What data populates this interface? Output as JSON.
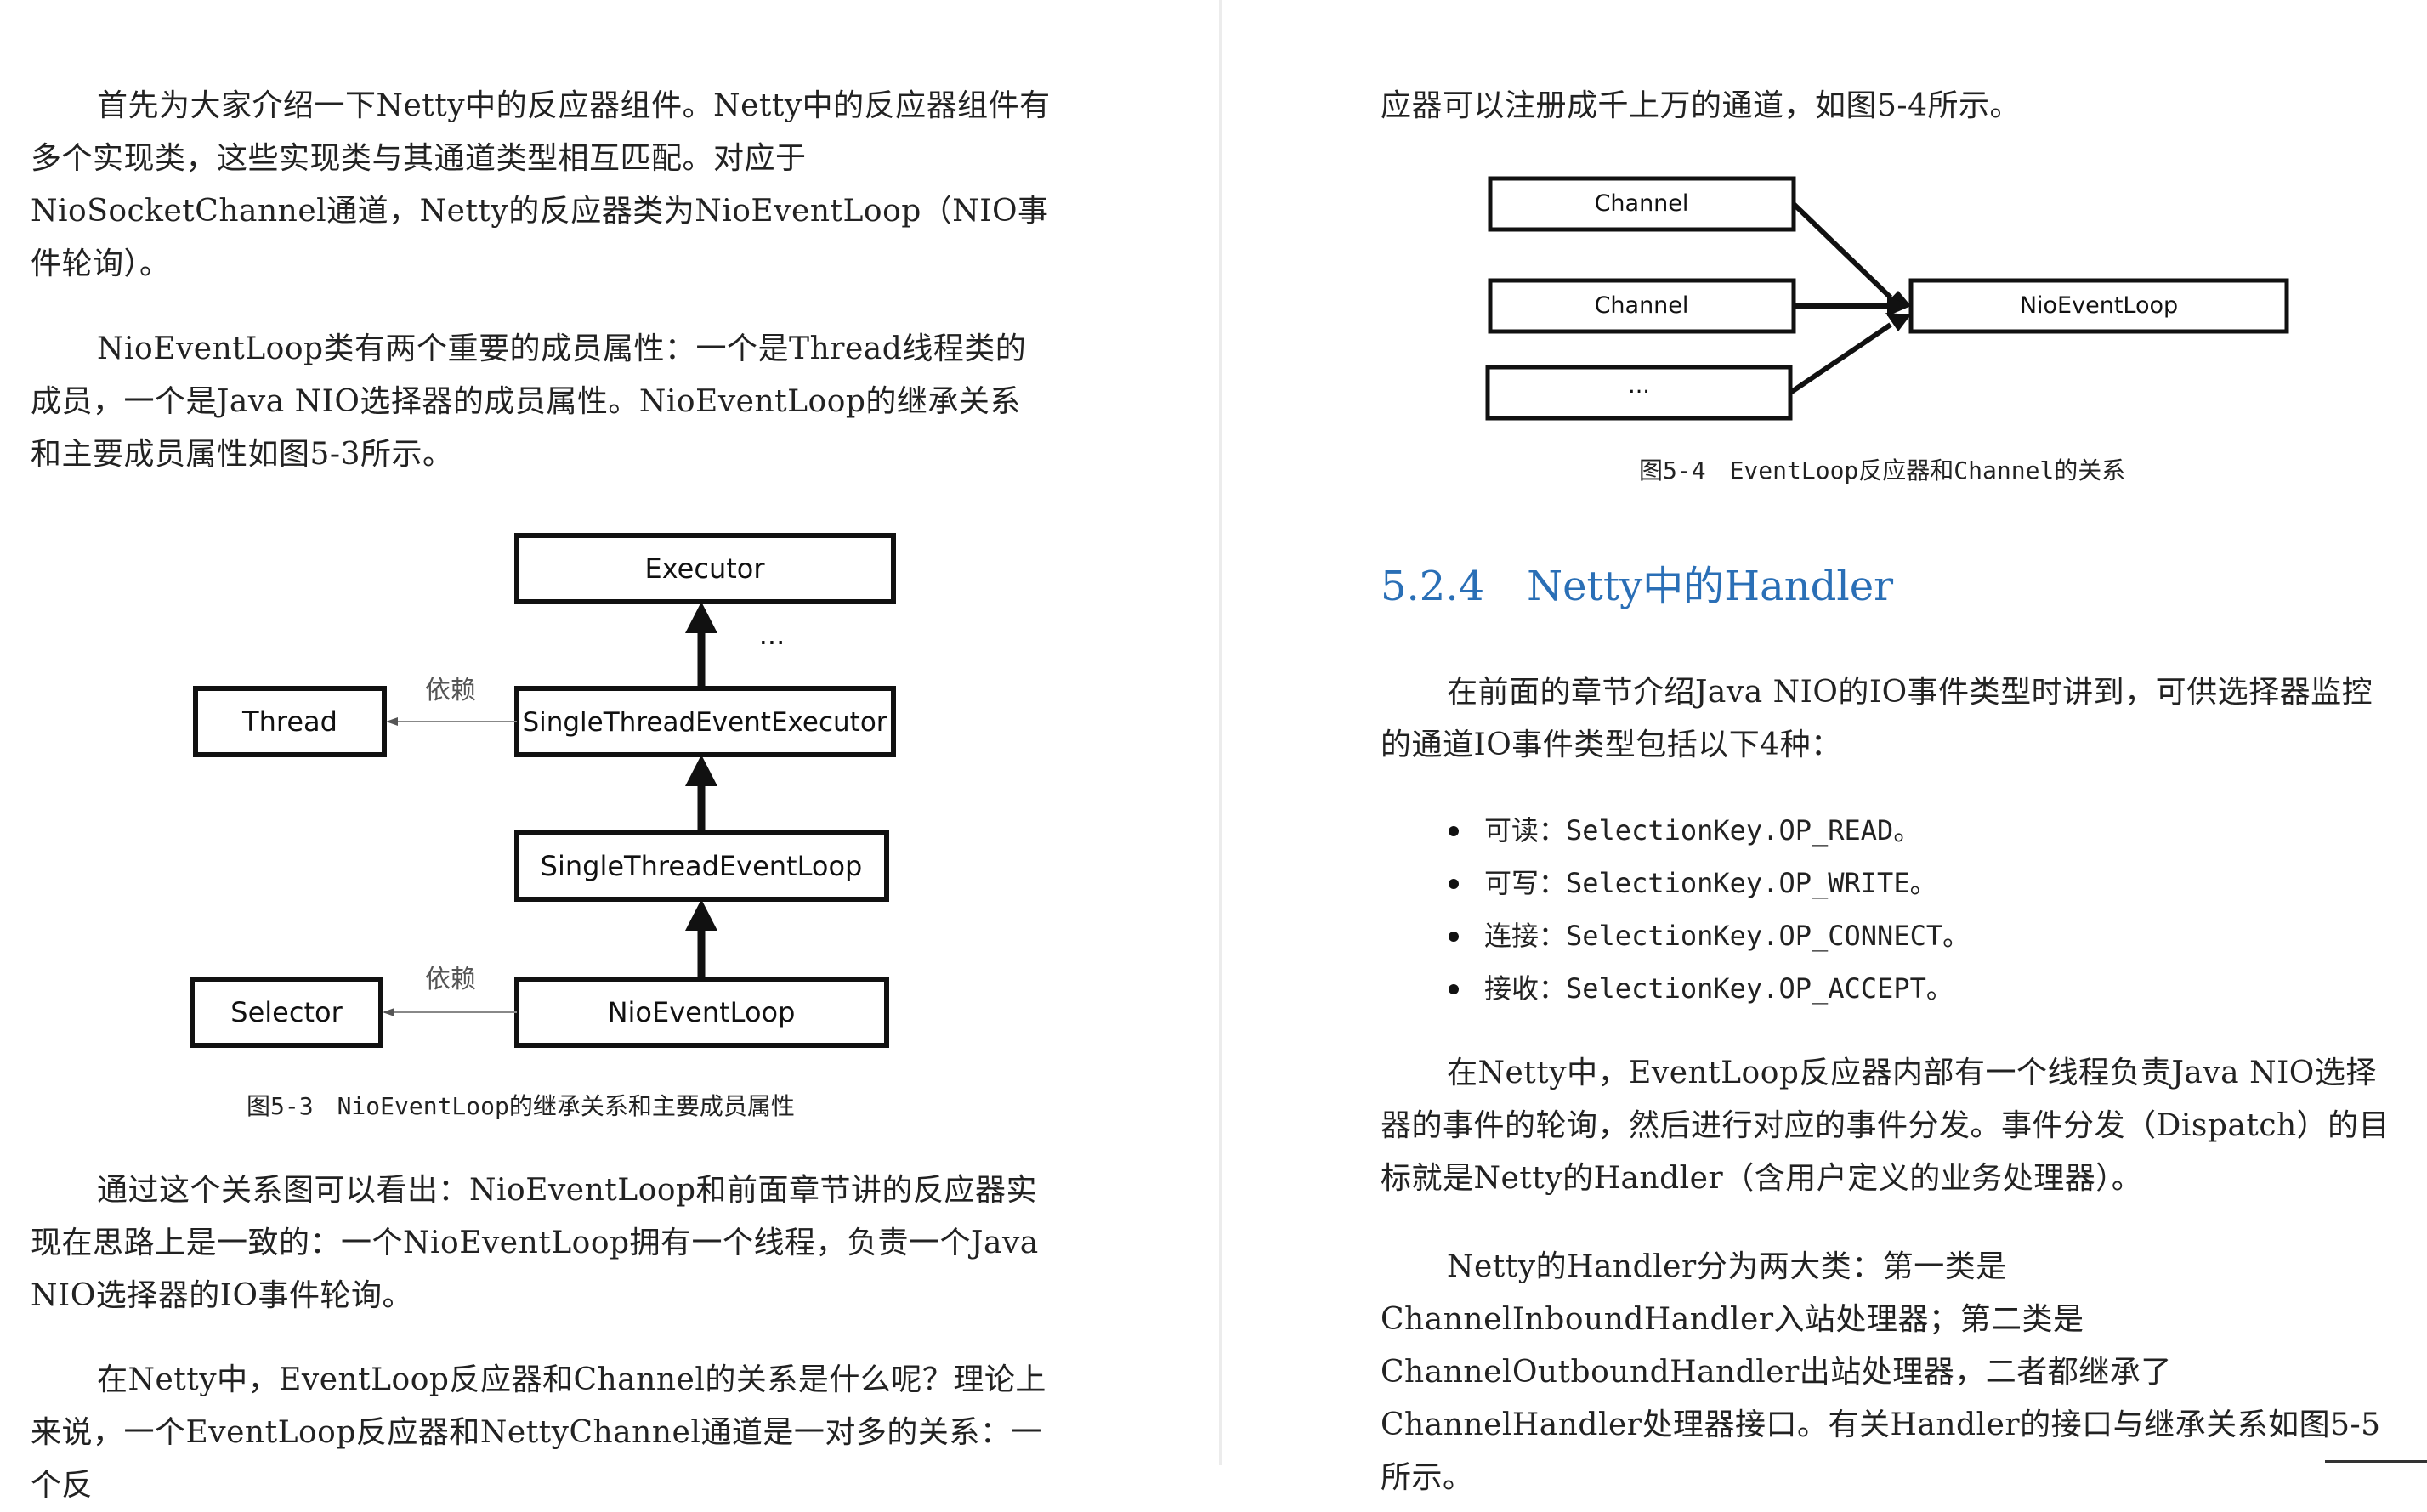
{
  "left_page": {
    "para1": "首先为大家介绍一下Netty中的反应器组件。Netty中的反应器组件有多个实现类，这些实现类与其通道类型相互匹配。对应于NioSocketChannel通道，Netty的反应器类为NioEventLoop（NIO事件轮询）。",
    "para2": "NioEventLoop类有两个重要的成员属性：一个是Thread线程类的成员，一个是Java NIO选择器的成员属性。NioEventLoop的继承关系和主要成员属性如图5-3所示。",
    "figure_5_3": {
      "nodes": {
        "executor": "Executor",
        "ellipsis": "...",
        "thread": "Thread",
        "single_thread_event_executor": "SingleThreadEventExecutor",
        "single_thread_event_loop": "SingleThreadEventLoop",
        "selector": "Selector",
        "nio_event_loop": "NioEventLoop"
      },
      "edge_labels": {
        "depends_thread": "依赖",
        "depends_selector": "依赖"
      },
      "caption": "图5-3　NioEventLoop的继承关系和主要成员属性"
    },
    "para3": "通过这个关系图可以看出：NioEventLoop和前面章节讲的反应器实现在思路上是一致的：一个NioEventLoop拥有一个线程，负责一个Java NIO选择器的IO事件轮询。",
    "para4": "在Netty中，EventLoop反应器和Channel的关系是什么呢？理论上来说，一个EventLoop反应器和NettyChannel通道是一对多的关系：一个反"
  },
  "right_page": {
    "para0": "应器可以注册成千上万的通道，如图5-4所示。",
    "figure_5_4": {
      "nodes": {
        "channel_1": "Channel",
        "channel_2": "Channel",
        "channel_more": "...",
        "nio_event_loop": "NioEventLoop"
      },
      "caption": "图5-4　EventLoop反应器和Channel的关系"
    },
    "heading": {
      "number": "5.2.4",
      "title": "Netty中的Handler"
    },
    "para1": "在前面的章节介绍Java NIO的IO事件类型时讲到，可供选择器监控的通道IO事件类型包括以下4种：",
    "bullets": [
      "可读：SelectionKey.OP_READ。",
      "可写：SelectionKey.OP_WRITE。",
      "连接：SelectionKey.OP_CONNECT。",
      "接收：SelectionKey.OP_ACCEPT。"
    ],
    "para2": "在Netty中，EventLoop反应器内部有一个线程负责Java NIO选择器的事件的轮询，然后进行对应的事件分发。事件分发（Dispatch）的目标就是Netty的Handler（含用户定义的业务处理器）。",
    "para3": "Netty的Handler分为两大类：第一类是ChannelInboundHandler入站处理器；第二类是ChannelOutboundHandler出站处理器，二者都继承了ChannelHandler处理器接口。有关Handler的接口与继承关系如图5-5所示。"
  },
  "colors": {
    "heading": "#2a6fb6",
    "text": "#222222",
    "diagram_stroke": "#111111",
    "dependency_arrow": "#888888"
  }
}
